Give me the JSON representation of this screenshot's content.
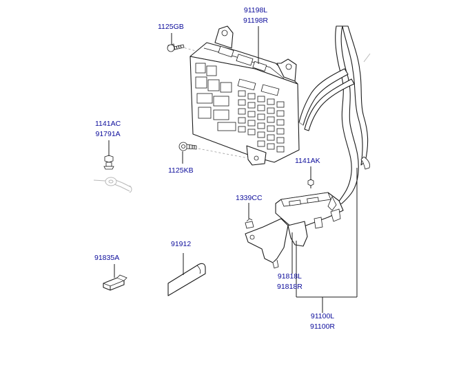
{
  "labels": {
    "p91198": [
      "91198L",
      "91198R"
    ],
    "p1125gb": [
      "1125GB"
    ],
    "p1141ac": [
      "1141AC",
      "91791A"
    ],
    "p1125kb": [
      "1125KB"
    ],
    "p1141ak": [
      "1141AK"
    ],
    "p1339cc": [
      "1339CC"
    ],
    "p91912": [
      "91912"
    ],
    "p91835a": [
      "91835A"
    ],
    "p91818": [
      "91818L",
      "91818R"
    ],
    "p91100": [
      "91100L",
      "91100R"
    ]
  },
  "colors": {
    "label_text": "#0a0a9a",
    "line": "#1a1a1a",
    "background": "#ffffff"
  }
}
